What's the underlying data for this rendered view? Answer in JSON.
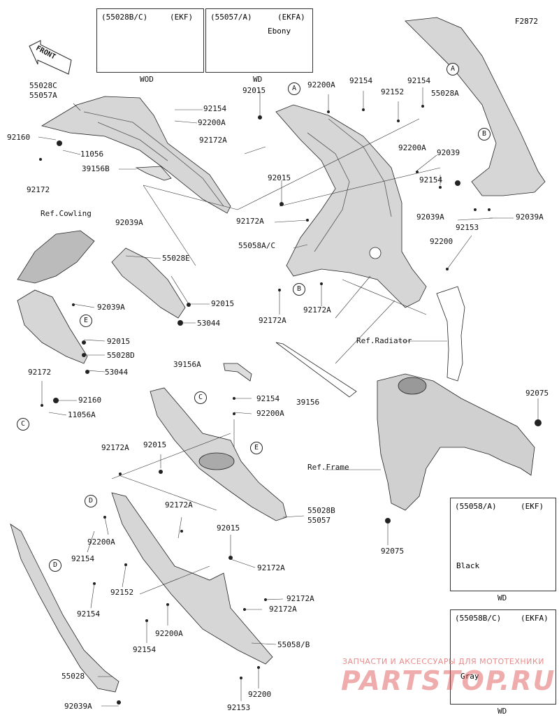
{
  "figure_code": "F2872",
  "colors": {
    "line": "#222222",
    "part_dark": "#555555",
    "part_light": "#cfcfcf",
    "watermark": "#e06060"
  },
  "front_arrow": "FRONT",
  "inset_boxes": [
    {
      "code": "(55028B/C)",
      "variant": "(EKF)",
      "color_label": "",
      "footer": "WOD"
    },
    {
      "code": "(55057/A)",
      "variant": "(EKFA)",
      "color_label": "Ebony",
      "footer": "WD"
    },
    {
      "code": "(55058/A)",
      "variant": "(EKF)",
      "color_label": "Black",
      "footer": "WD"
    },
    {
      "code": "(55058B/C)",
      "variant": "(EKFA)",
      "color_label": "Gray",
      "footer": "WD"
    }
  ],
  "ref_labels": {
    "cowling": "Ref.Cowling",
    "radiator": "Ref.Radiator",
    "frame": "Ref.Frame"
  },
  "callouts": [
    "A",
    "B",
    "C",
    "D",
    "E"
  ],
  "labels": {
    "l55028c": "55028C",
    "l55057a": "55057A",
    "l92160a": "92160",
    "l11056a": "11056",
    "l92172a": "92172",
    "l39156b": "39156B",
    "l92154a": "92154",
    "l92200a_a": "92200A",
    "l92172a_a": "92172A",
    "l92015a": "92015",
    "l92200a_b": "92200A",
    "l92154b": "92154",
    "l92152a": "92152",
    "l92154c": "92154",
    "l55028a": "55028A",
    "l92039a": "92039",
    "l92200a_c": "92200A",
    "l92015b": "92015",
    "l92154d": "92154",
    "l92172a_b": "92172A",
    "l92039a_a": "92039A",
    "l92039a_b": "92039A",
    "l92153a": "92153",
    "l55058ac": "55058A/C",
    "l92200b": "92200",
    "l92172a_c": "92172A",
    "l92172a_d": "92172A",
    "l92039a_c": "92039A",
    "l55028e": "55028E",
    "l92039a_d": "92039A",
    "l92015c": "92015",
    "l53044a": "53044",
    "l92015d": "92015",
    "l55028d": "55028D",
    "l53044b": "53044",
    "l92172b": "92172",
    "l92160b": "92160",
    "l11056a_b": "11056A",
    "l39156a": "39156A",
    "l92154e": "92154",
    "l92200a_d": "92200A",
    "l39156": "39156",
    "l92075a": "92075",
    "l92172a_e": "92172A",
    "l92015e": "92015",
    "l92172a_f": "92172A",
    "l92200a_e": "92200A",
    "l92154f": "92154",
    "l55028b": "55028B",
    "l55057": "55057",
    "l92152b": "92152",
    "l92015f": "92015",
    "l92172a_g": "92172A",
    "l92154g": "92154",
    "l92172a_h": "92172A",
    "l92172a_i": "92172A",
    "l92200a_f": "92200A",
    "l92154h": "92154",
    "l55058b": "55058/B",
    "l55028": "55028",
    "l92200c": "92200",
    "l92039a_e": "92039A",
    "l92153b": "92153",
    "l92075b": "92075"
  },
  "watermark": {
    "line1": "ЗАПЧАСТИ И АКСЕССУАРЫ ДЛЯ МОТОТЕХНИКИ",
    "line2": "PARTSTOP.RU"
  }
}
